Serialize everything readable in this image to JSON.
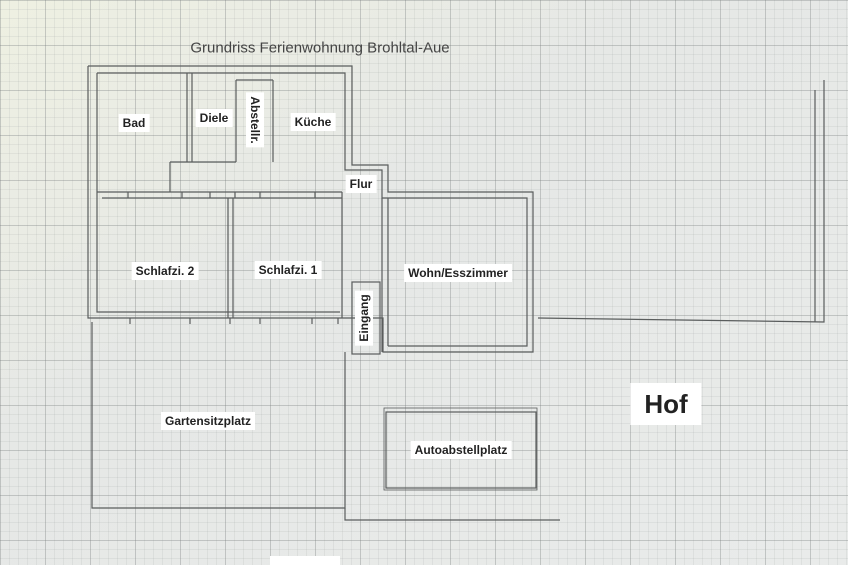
{
  "title": "Grundriss Ferienwohnung Brohltal-Aue",
  "rooms": {
    "bad": "Bad",
    "diele": "Diele",
    "abstellr": "Abstellr.",
    "kueche": "Küche",
    "flur": "Flur",
    "schlafzi2": "Schlafzi. 2",
    "schlafzi1": "Schlafzi. 1",
    "wohn": "Wohn/Esszimmer",
    "eingang": "Eingang",
    "garten": "Gartensitzplatz",
    "auto": "Autoabstellplatz",
    "hof": "Hof"
  },
  "colors": {
    "wall": "#5a5d5d",
    "paper": "#e7e9e6",
    "label_bg": "#ffffff"
  }
}
